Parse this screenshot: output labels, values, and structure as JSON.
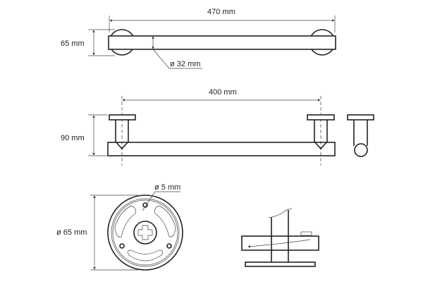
{
  "dimensions": {
    "top_length": "470 mm",
    "top_height": "65 mm",
    "tube_diameter": "ø 32 mm",
    "center_distance": "400 mm",
    "projection": "90 mm",
    "rosette_diameter": "ø 65 mm",
    "hole_diameter": "ø 5 mm"
  }
}
